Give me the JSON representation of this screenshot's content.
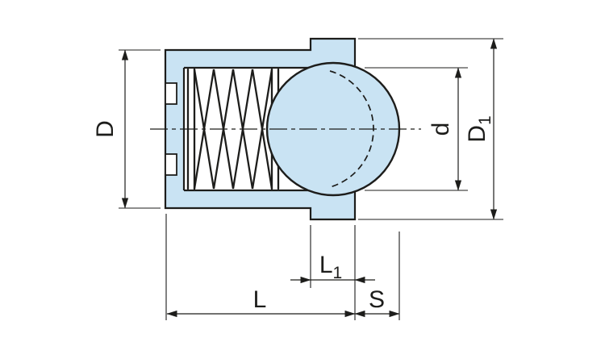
{
  "figure": {
    "colors": {
      "section_fill": "#c9e3f3",
      "line": "#1d1d1b",
      "background": "#ffffff"
    },
    "dimension_labels": {
      "D": "D",
      "d": "d",
      "D1": {
        "main": "D",
        "sub": "1"
      },
      "L1": {
        "main": "L",
        "sub": "1"
      },
      "L": "L",
      "S": "S"
    }
  }
}
